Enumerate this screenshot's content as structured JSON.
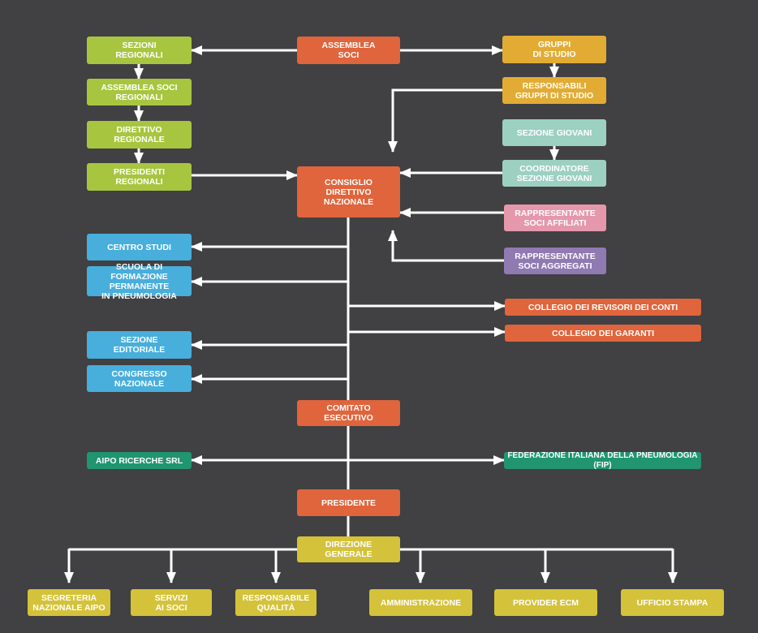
{
  "nodes": {
    "assemblea_soci": "ASSEMBLEA\nSOCI",
    "sezioni_regionali": "SEZIONI\nREGIONALI",
    "assemblea_soci_regionali": "ASSEMBLEA SOCI\nREGIONALI",
    "direttivo_regionale": "DIRETTIVO\nREGIONALE",
    "presidenti_regionali": "PRESIDENTI\nREGIONALI",
    "gruppi_di_studio": "GRUPPI\nDI STUDIO",
    "responsabili_gruppi": "RESPONSABILI\nGRUPPI DI STUDIO",
    "sezione_giovani": "SEZIONE GIOVANI",
    "coordinatore_giovani": "COORDINATORE\nSEZIONE GIOVANI",
    "rappresentante_affiliati": "RAPPRESENTANTE\nSOCI AFFILIATI",
    "rappresentante_aggregati": "RAPPRESENTANTE\nSOCI AGGREGATI",
    "consiglio_direttivo": "CONSIGLIO\nDIRETTIVO\nNAZIONALE",
    "centro_studi": "CENTRO STUDI",
    "scuola_formazione": "SCUOLA DI FORMAZIONE\nPERMANENTE\nIN PNEUMOLOGIA",
    "collegio_revisori": "COLLEGIO DEI REVISORI DEI CONTI",
    "collegio_garanti": "COLLEGIO DEI GARANTI",
    "sezione_editoriale": "SEZIONE\nEDITORIALE",
    "congresso_nazionale": "CONGRESSO\nNAZIONALE",
    "comitato_esecutivo": "COMITATO\nESECUTIVO",
    "aipo_ricerche": "AIPO RICERCHE SRL",
    "fip": "FEDERAZIONE ITALIANA DELLA PNEUMOLOGIA (FIP)",
    "presidente": "PRESIDENTE",
    "direzione_generale": "DIREZIONE\nGENERALE",
    "segreteria": "SEGRETERIA\nNAZIONALE AIPO",
    "servizi_soci": "SERVIZI\nAI SOCI",
    "responsabile_qualita": "RESPONSABILE\nQUALITÀ",
    "amministrazione": "AMMINISTRAZIONE",
    "provider_ecm": "PROVIDER ECM",
    "ufficio_stampa": "UFFICIO STAMPA"
  },
  "colors": {
    "background": "#414042",
    "orange": "#e0643c",
    "lime": "#a8c540",
    "gold": "#e2ac34",
    "teal": "#9cd0c0",
    "pink": "#e598ab",
    "purple": "#8f7ab2",
    "blue": "#48aedc",
    "green": "#20956f",
    "yellow": "#d4c23a",
    "connector": "#ffffff"
  }
}
